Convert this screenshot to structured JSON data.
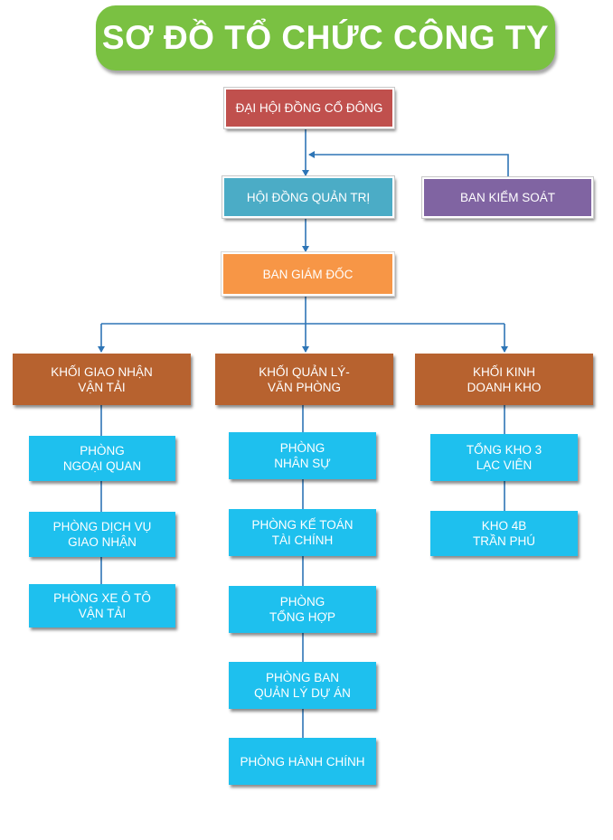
{
  "title": "SƠ ĐỒ TỔ CHỨC CÔNG TY",
  "colors": {
    "title_bg": "#7ac142",
    "shareholders": "#c0504d",
    "board": "#4bacc6",
    "supervisory": "#8064a2",
    "directors": "#f79646",
    "divisions": "#b7622f",
    "departments": "#1ec0ee",
    "connector": "#2e75b6"
  },
  "nodes": {
    "shareholders": "ĐẠI HỘI ĐỒNG CỔ ĐÔNG",
    "board": "HỘI ĐỒNG QUẢN TRỊ",
    "supervisory": "BAN KIỂM SOÁT",
    "directors": "BAN GIÁM ĐỐC"
  },
  "divisions": [
    {
      "label": "KHỐI GIAO NHẬN\nVẬN TẢI",
      "departments": [
        "PHÒNG\nNGOẠI QUAN",
        "PHÒNG DỊCH  VỤ\nGIAO NHẬN",
        "PHÒNG XE Ô TÔ\nVẬN TẢI"
      ]
    },
    {
      "label": "KHỐI QUẢN LÝ-\nVĂN PHÒNG",
      "departments": [
        "PHÒNG\nNHÂN SỰ",
        "PHÒNG KẾ TOÁN\nTÀI CHÍNH",
        "PHÒNG\nTỔNG HỢP",
        "PHÒNG BAN\nQUẢN LÝ DỰ ÁN",
        "PHÒNG HÀNH CHÍNH"
      ]
    },
    {
      "label": "KHỐI KINH\nDOANH KHO",
      "departments": [
        "TỔNG KHO 3\nLẠC VIÊN",
        "KHO 4B\nTRẦN PHÚ"
      ]
    }
  ]
}
